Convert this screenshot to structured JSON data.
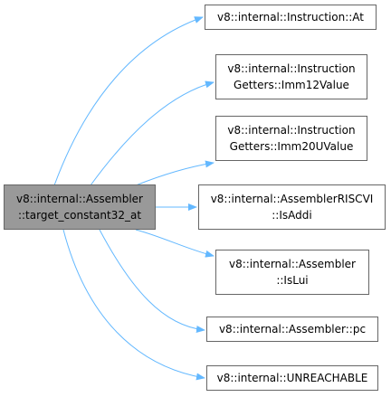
{
  "diagram": {
    "root": {
      "lines": [
        "v8::internal::Assembler",
        "::target_constant32_at"
      ]
    },
    "callees": [
      {
        "lines": [
          "v8::internal::Instruction::At"
        ]
      },
      {
        "lines": [
          "v8::internal::Instruction",
          "Getters::Imm12Value"
        ]
      },
      {
        "lines": [
          "v8::internal::Instruction",
          "Getters::Imm20UValue"
        ]
      },
      {
        "lines": [
          "v8::internal::AssemblerRISCVI",
          "::IsAddi"
        ]
      },
      {
        "lines": [
          "v8::internal::Assembler",
          "::IsLui"
        ]
      },
      {
        "lines": [
          "v8::internal::Assembler::pc"
        ]
      },
      {
        "lines": [
          "v8::internal::UNREACHABLE"
        ]
      }
    ],
    "colors": {
      "root_fill": "#999999",
      "node_border": "#666666",
      "edge": "#63b8ff"
    }
  }
}
